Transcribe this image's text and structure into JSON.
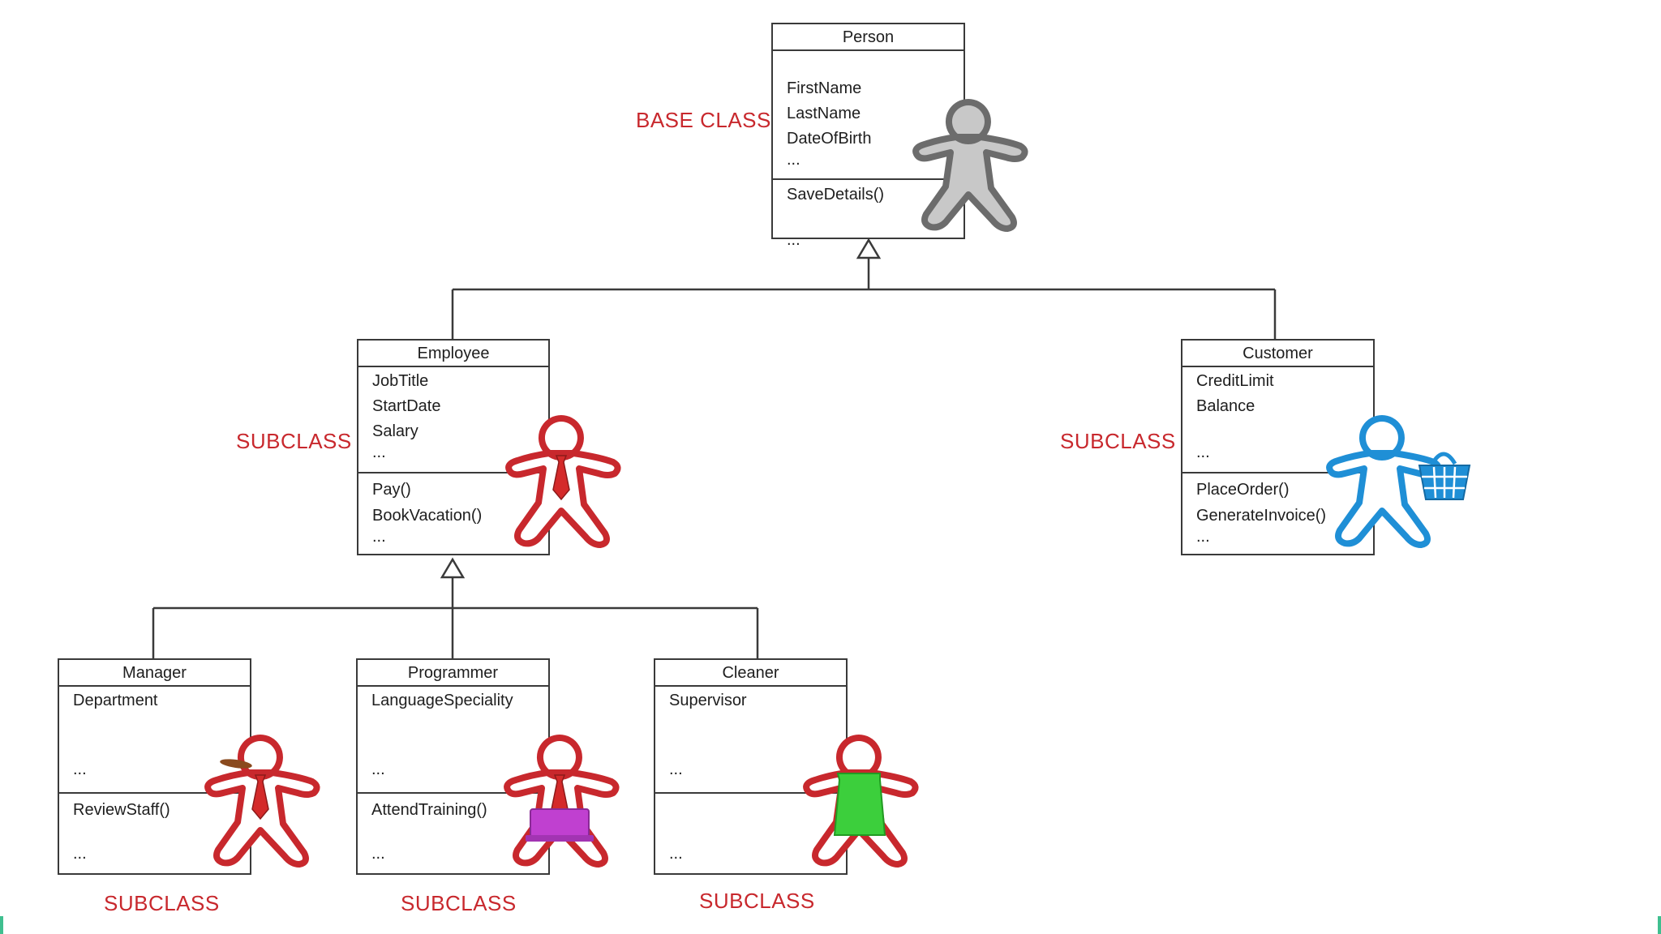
{
  "classes": {
    "person": {
      "name": "Person",
      "attributes": [
        "FirstName",
        "LastName",
        "DateOfBirth",
        "..."
      ],
      "methods": [
        "SaveDetails()",
        "..."
      ]
    },
    "employee": {
      "name": "Employee",
      "attributes": [
        "JobTitle",
        "StartDate",
        "Salary",
        "..."
      ],
      "methods": [
        "Pay()",
        "BookVacation()",
        "..."
      ]
    },
    "customer": {
      "name": "Customer",
      "attributes": [
        "CreditLimit",
        "Balance",
        "..."
      ],
      "methods": [
        "PlaceOrder()",
        "GenerateInvoice()",
        "..."
      ]
    },
    "manager": {
      "name": "Manager",
      "attributes": [
        "Department",
        "..."
      ],
      "methods": [
        "ReviewStaff()",
        "..."
      ]
    },
    "programmer": {
      "name": "Programmer",
      "attributes": [
        "LanguageSpeciality",
        "..."
      ],
      "methods": [
        "AttendTraining()",
        "..."
      ]
    },
    "cleaner": {
      "name": "Cleaner",
      "attributes": [
        "Supervisor",
        "..."
      ],
      "methods": [
        "..."
      ]
    }
  },
  "labels": {
    "base": "BASE CLASS",
    "sub_employee": "SUBCLASS",
    "sub_customer": "SUBCLASS",
    "sub_manager": "SUBCLASS",
    "sub_programmer": "SUBCLASS",
    "sub_cleaner": "SUBCLASS"
  },
  "figures": {
    "person": {
      "icon": "person-figure-icon",
      "color": "#c8c8c8"
    },
    "employee": {
      "icon": "employee-tie-figure-icon",
      "color": "#c8282d"
    },
    "customer": {
      "icon": "customer-basket-figure-icon",
      "color": "#1f8fd6"
    },
    "manager": {
      "icon": "manager-cigar-figure-icon",
      "color": "#c8282d"
    },
    "programmer": {
      "icon": "programmer-laptop-figure-icon",
      "color": "#c8282d",
      "accent": "#c040d0"
    },
    "cleaner": {
      "icon": "cleaner-apron-figure-icon",
      "color": "#c8282d",
      "accent": "#3ccf3c"
    }
  },
  "colors": {
    "label": "#c8282d",
    "line": "#3a3a3a"
  }
}
